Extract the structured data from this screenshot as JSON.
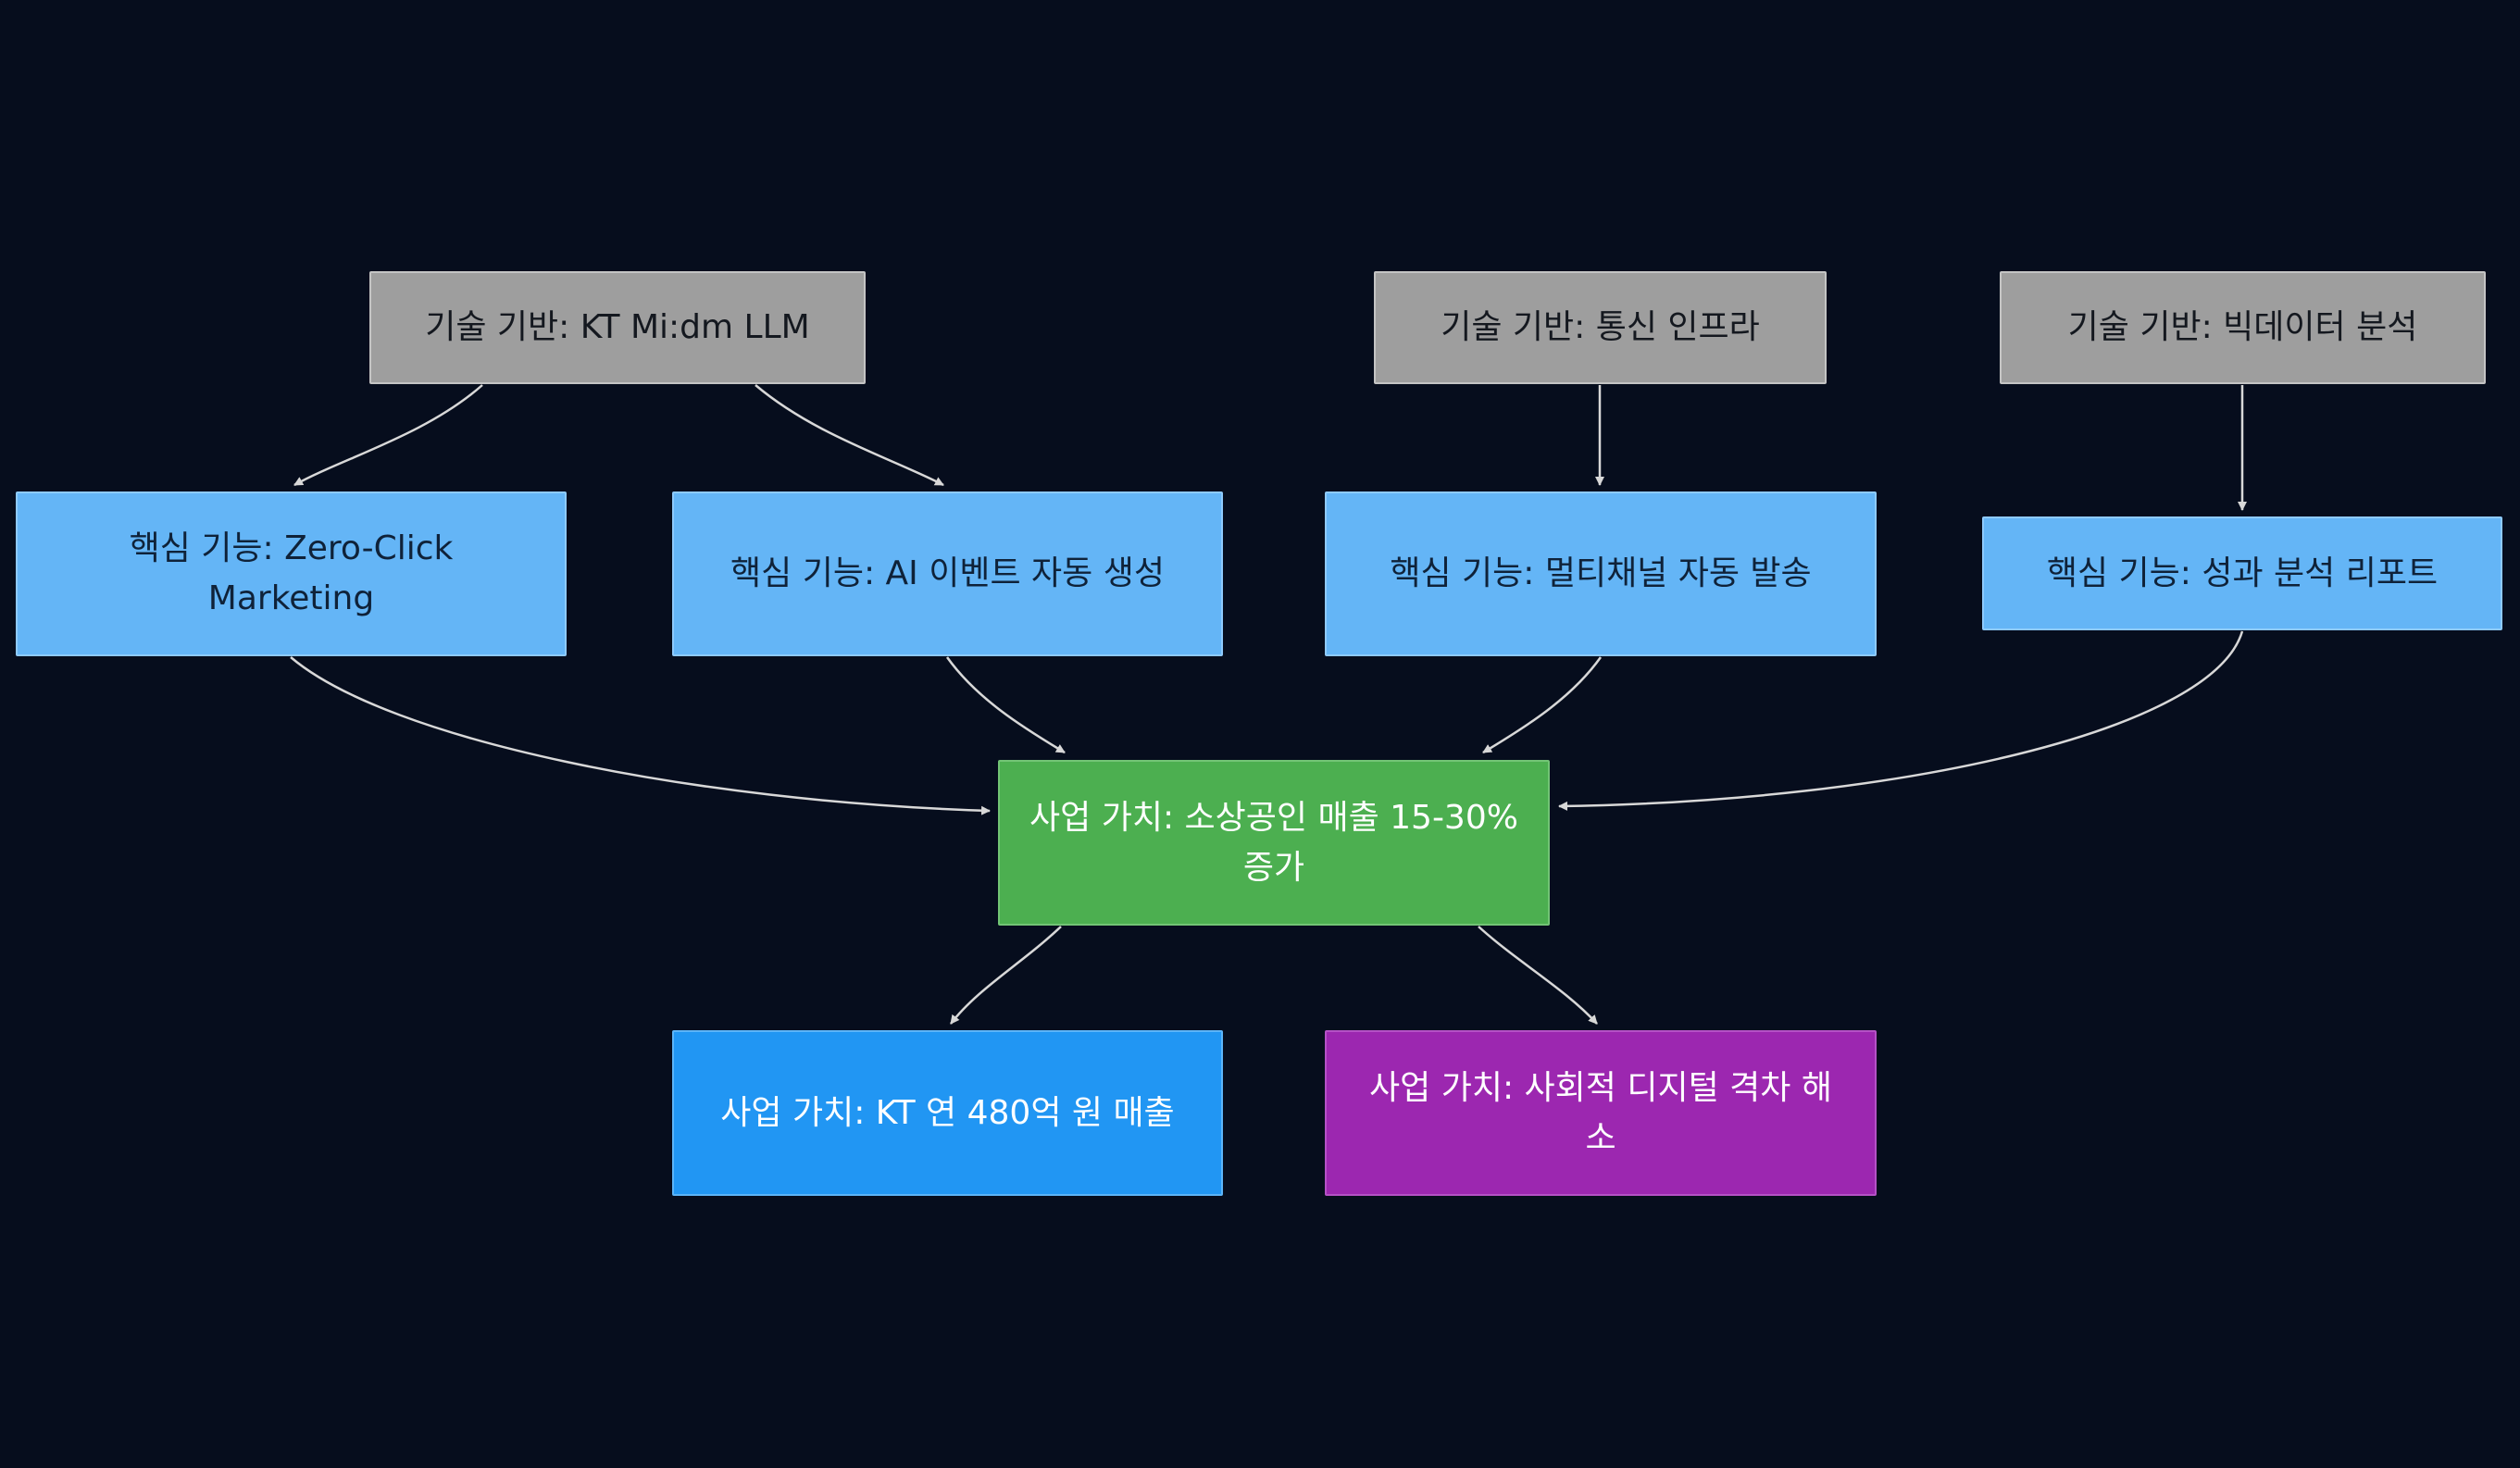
{
  "diagram": {
    "type": "flowchart",
    "direction": "top-down",
    "nodes": {
      "tech1": {
        "label": "기술 기반: KT Mi:dm LLM",
        "group": "tech"
      },
      "tech2": {
        "label": "기술 기반: 통신 인프라",
        "group": "tech"
      },
      "tech3": {
        "label": "기술 기반: 빅데이터 분석",
        "group": "tech"
      },
      "feat1": {
        "label": "핵심 기능: Zero-Click Marketing",
        "group": "feature"
      },
      "feat2": {
        "label": "핵심 기능: AI 이벤트 자동 생성",
        "group": "feature"
      },
      "feat3": {
        "label": "핵심 기능: 멀티채널 자동 발송",
        "group": "feature"
      },
      "feat4": {
        "label": "핵심 기능: 성과 분석 리포트",
        "group": "feature"
      },
      "value1": {
        "label": "사업 가치: 소상공인 매출 15-30% 증가",
        "group": "value"
      },
      "value2": {
        "label": "사업 가치: KT 연 480억 원 매출",
        "group": "value"
      },
      "value3": {
        "label": "사업 가치: 사회적 디지털 격차 해소",
        "group": "value"
      }
    },
    "edges": [
      {
        "from": "tech1",
        "to": "feat1"
      },
      {
        "from": "tech1",
        "to": "feat2"
      },
      {
        "from": "tech2",
        "to": "feat3"
      },
      {
        "from": "tech3",
        "to": "feat4"
      },
      {
        "from": "feat1",
        "to": "value1"
      },
      {
        "from": "feat2",
        "to": "value1"
      },
      {
        "from": "feat3",
        "to": "value1"
      },
      {
        "from": "feat4",
        "to": "value1"
      },
      {
        "from": "value1",
        "to": "value2"
      },
      {
        "from": "value1",
        "to": "value3"
      }
    ],
    "colors": {
      "background": "#060d1d",
      "tech_fill": "#9e9e9e",
      "feature_fill": "#64b5f6",
      "value_green_fill": "#4caf50",
      "value_blue_fill": "#2196f3",
      "value_purple_fill": "#9c27b0",
      "edge_stroke": "#d8d8d8",
      "dark_text": "#14181f",
      "light_text": "#ffffff"
    }
  }
}
